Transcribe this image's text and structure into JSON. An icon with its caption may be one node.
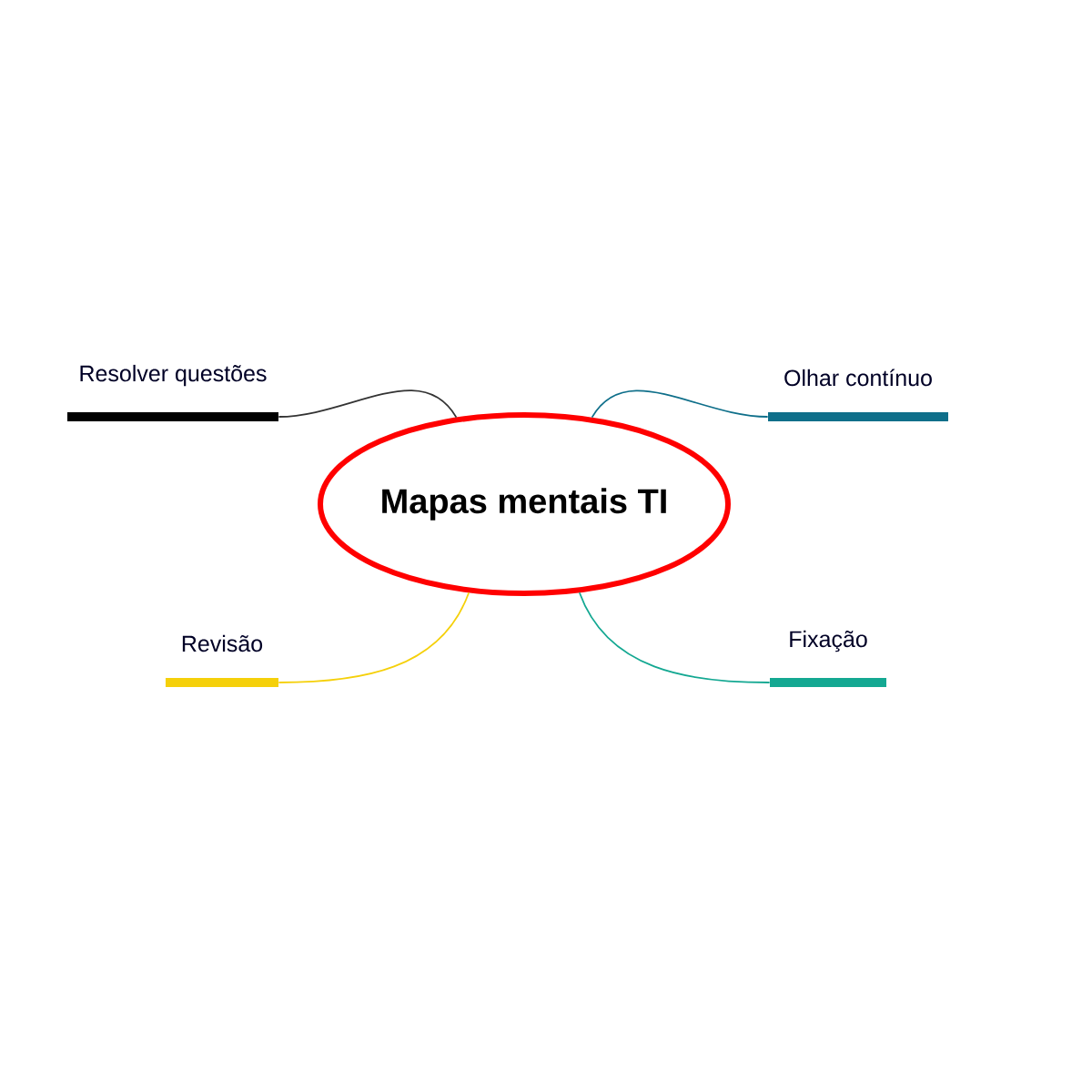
{
  "diagram": {
    "nodes": [
      {
        "text": [
          "Mapas mentais TI"
        ]
      },
      {
        "text": [
          "Resolver questões"
        ]
      },
      {
        "text": [
          "Olhar contínuo"
        ]
      },
      {
        "text": [
          "Revisão"
        ]
      },
      {
        "text": [
          "Fixação"
        ]
      }
    ],
    "edges": [
      {
        "from": 0,
        "to": 1,
        "arrow": "none",
        "color": "#333333"
      },
      {
        "from": 0,
        "to": 2,
        "arrow": "none",
        "color": "#0f6f8a"
      },
      {
        "from": 0,
        "to": 3,
        "arrow": "none",
        "color": "#f5d00a"
      },
      {
        "from": 0,
        "to": 4,
        "arrow": "none",
        "color": "#14a892"
      }
    ]
  }
}
